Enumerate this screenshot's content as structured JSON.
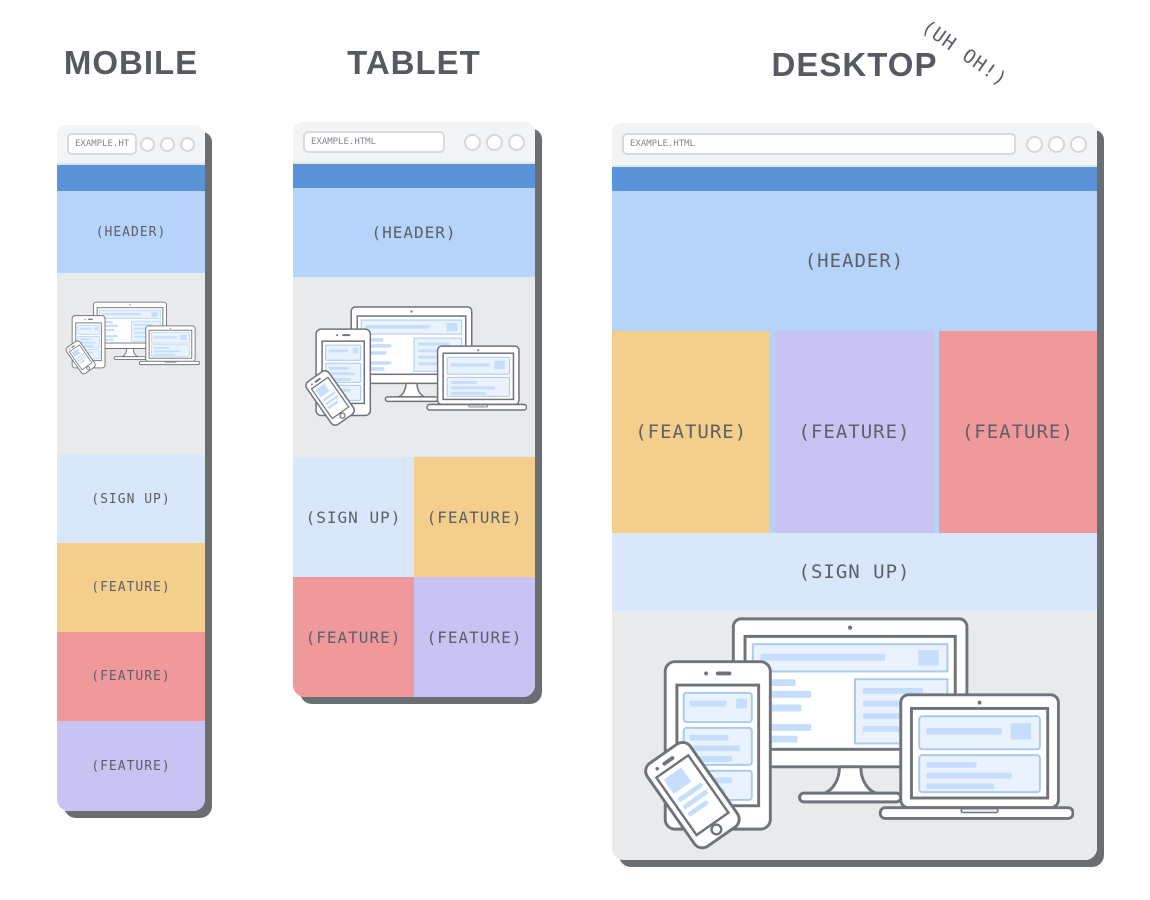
{
  "panels": [
    {
      "id": "mobile",
      "title": "MOBILE",
      "browser": {
        "url": "EXAMPLE.HT"
      },
      "sections": [
        {
          "type": "navbar"
        },
        {
          "type": "header",
          "label": "(HEADER)"
        },
        {
          "type": "hero",
          "illustration": "responsive-devices"
        },
        {
          "type": "signup",
          "label": "(SIGN UP)"
        },
        {
          "type": "feature",
          "label": "(FEATURE)",
          "color": "#f4cf8c"
        },
        {
          "type": "feature",
          "label": "(FEATURE)",
          "color": "#f0999c"
        },
        {
          "type": "feature",
          "label": "(FEATURE)",
          "color": "#c9c3f4"
        }
      ]
    },
    {
      "id": "tablet",
      "title": "TABLET",
      "browser": {
        "url": "EXAMPLE.HTML"
      },
      "sections": [
        {
          "type": "navbar"
        },
        {
          "type": "header",
          "label": "(HEADER)"
        },
        {
          "type": "hero",
          "illustration": "responsive-devices"
        },
        {
          "type": "signup",
          "label": "(SIGN UP)"
        },
        {
          "type": "feature",
          "label": "(FEATURE)",
          "color": "#f4cf8c"
        },
        {
          "type": "feature",
          "label": "(FEATURE)",
          "color": "#f0999c"
        },
        {
          "type": "feature",
          "label": "(FEATURE)",
          "color": "#c9c3f4"
        }
      ]
    },
    {
      "id": "desktop",
      "title": "DESKTOP",
      "annotation": "(UH OH!)",
      "browser": {
        "url": "EXAMPLE.HTML"
      },
      "sections": [
        {
          "type": "navbar"
        },
        {
          "type": "header",
          "label": "(HEADER)"
        },
        {
          "type": "feature",
          "label": "(FEATURE)",
          "color": "#f4cf8c"
        },
        {
          "type": "feature",
          "label": "(FEATURE)",
          "color": "#c9c3f4"
        },
        {
          "type": "feature",
          "label": "(FEATURE)",
          "color": "#f0999c"
        },
        {
          "type": "signup",
          "label": "(SIGN UP)"
        },
        {
          "type": "hero",
          "illustration": "responsive-devices"
        }
      ]
    }
  ],
  "colors": {
    "navbar_blue": "#5b93d8",
    "header_blue": "#b6d4f9",
    "signup_blue": "#d9e7fb",
    "feature_orange": "#f4cf8c",
    "feature_red": "#f0999c",
    "feature_purple": "#c9c3f4",
    "hero_gray": "#e8eaec",
    "titlebar_gray": "#f3f4f5",
    "window_shadow": "#696e73",
    "text_gray": "#5c6066",
    "device_outline": "#6f747a",
    "wireframe_border": "#a9c9f1",
    "wireframe_fill": "#eaf3fd",
    "wireframe_line": "#c6defb"
  }
}
